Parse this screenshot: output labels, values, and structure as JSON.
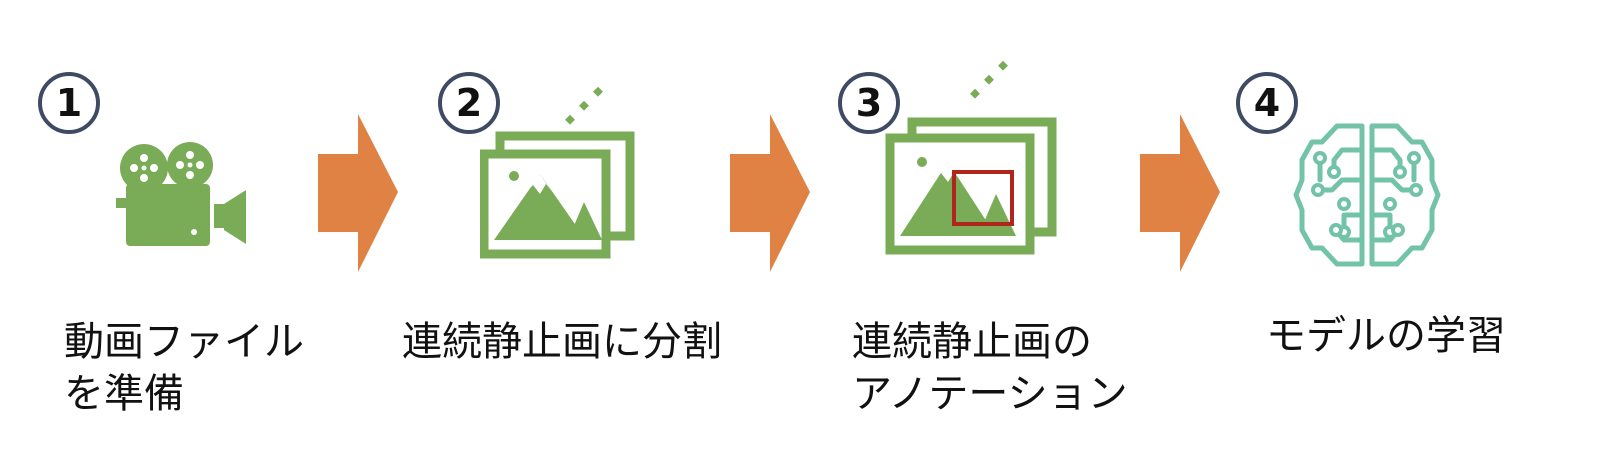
{
  "colors": {
    "green": "#7aab57",
    "orange": "#e08243",
    "badge_border": "#3f4b63",
    "annotation_red": "#b0261d",
    "brain_teal": "#72c3a8"
  },
  "steps": [
    {
      "number": "1",
      "icon": "video-camera-icon",
      "label": "動画ファイル\nを準備"
    },
    {
      "number": "2",
      "icon": "image-stack-icon",
      "label": "連続静止画に分割"
    },
    {
      "number": "3",
      "icon": "annotated-image-stack-icon",
      "label": "連続静止画の\nアノテーション"
    },
    {
      "number": "4",
      "icon": "brain-circuit-icon",
      "label": "モデルの学習"
    }
  ]
}
